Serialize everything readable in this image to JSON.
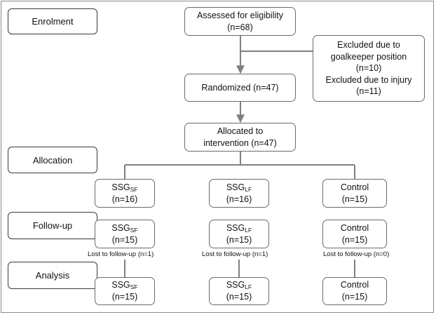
{
  "stages": {
    "enrolment": "Enrolment",
    "allocation": "Allocation",
    "followup": "Follow-up",
    "analysis": "Analysis"
  },
  "enrolment": {
    "assessed": [
      "Assessed for eligibility",
      "(n=68)"
    ],
    "excluded": [
      "Excluded due to",
      "goalkeeper position",
      "(n=10)",
      "Excluded due to injury",
      "(n=11)"
    ],
    "randomized": "Randomized (n=47)"
  },
  "allocation": {
    "allocated": [
      "Allocated to",
      "intervention (n=47)"
    ]
  },
  "groups": [
    {
      "base": "SSG",
      "sub": "SF",
      "allocated_n": "(n=16)",
      "followup_n": "(n=15)",
      "lost": "Lost to follow-up (n=1)",
      "analysis_n": "(n=15)"
    },
    {
      "base": "SSG",
      "sub": "LF",
      "allocated_n": "(n=16)",
      "followup_n": "(n=15)",
      "lost": "Lost to follow-up (n=1)",
      "analysis_n": "(n=15)"
    },
    {
      "base": "Control",
      "sub": "",
      "allocated_n": "(n=15)",
      "followup_n": "(n=15)",
      "lost": "Lost to follow-up (n=0)",
      "analysis_n": "(n=15)"
    }
  ],
  "colors": {
    "box_border": "#6b6b6b",
    "connector": "#808080",
    "stage_border": "#3a3a3a"
  }
}
